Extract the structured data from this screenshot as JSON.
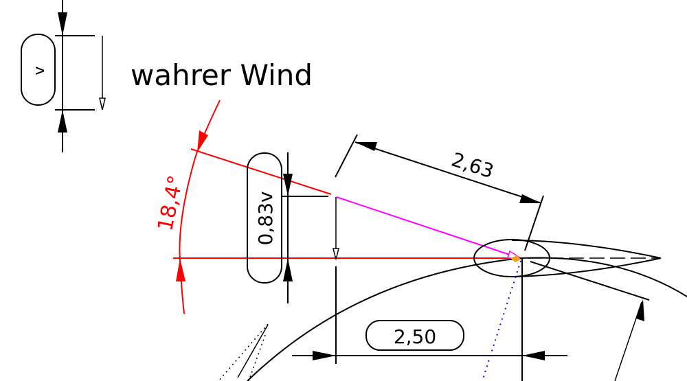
{
  "title": "wahrer Wind",
  "dimensions": {
    "true_wind_label": "v",
    "apparent_component": "0,83v",
    "angle": "18,4°",
    "slanted_length": "2,63",
    "horizontal_length": "2,50"
  },
  "colors": {
    "line": "#000000",
    "angle_dimension": "#ff0000",
    "apparent_wind_vector": "#ff00ff",
    "construction_dotted": "#0000ff"
  }
}
